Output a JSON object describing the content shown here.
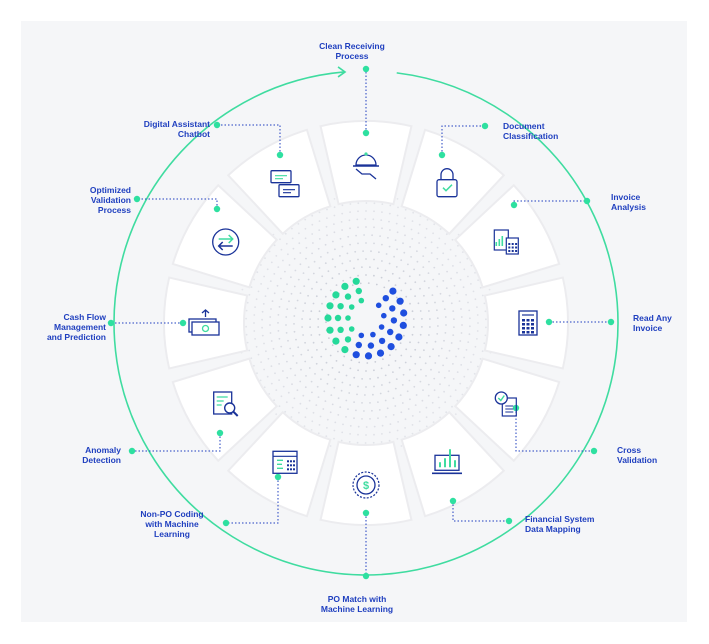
{
  "colors": {
    "label": "#1f3fbf",
    "ring": "#3fdca0",
    "connector": "#1f3fbf",
    "dot": "#2ee0a0",
    "segment": "#ececef",
    "icon": "#1a3399",
    "accent": "#3fdca0",
    "logo_blue": "#1f4fdf",
    "logo_green": "#25d99a",
    "pattern": "#c9ccd6"
  },
  "center_logo": {
    "name": "dot-spiral-logo"
  },
  "steps": [
    {
      "label": "Clean Receiving\nProcess",
      "icon": "serving-tray-icon"
    },
    {
      "label": "Document\nClassification",
      "icon": "padlock-check-icon"
    },
    {
      "label": "Invoice\nAnalysis",
      "icon": "calculator-chart-icon"
    },
    {
      "label": "Read Any\nInvoice",
      "icon": "invoice-grid-icon"
    },
    {
      "label": "Cross\nValidation",
      "icon": "magnify-document-icon"
    },
    {
      "label": "Financial System\nData Mapping",
      "icon": "laptop-chart-icon"
    },
    {
      "label": "PO Match with\nMachine Learning",
      "icon": "dollar-coin-icon"
    },
    {
      "label": "Non-PO Coding\nwith Machine\nLearning",
      "icon": "code-document-icon"
    },
    {
      "label": "Anomaly\nDetection",
      "icon": "search-document-icon"
    },
    {
      "label": "Cash Flow\nManagement\nand Prediction",
      "icon": "cash-upload-icon"
    },
    {
      "label": "Optimized\nValidation\nProcess",
      "icon": "cycle-arrows-icon"
    },
    {
      "label": "Digital Assistant\nChatbot",
      "icon": "chat-bubbles-icon"
    }
  ]
}
